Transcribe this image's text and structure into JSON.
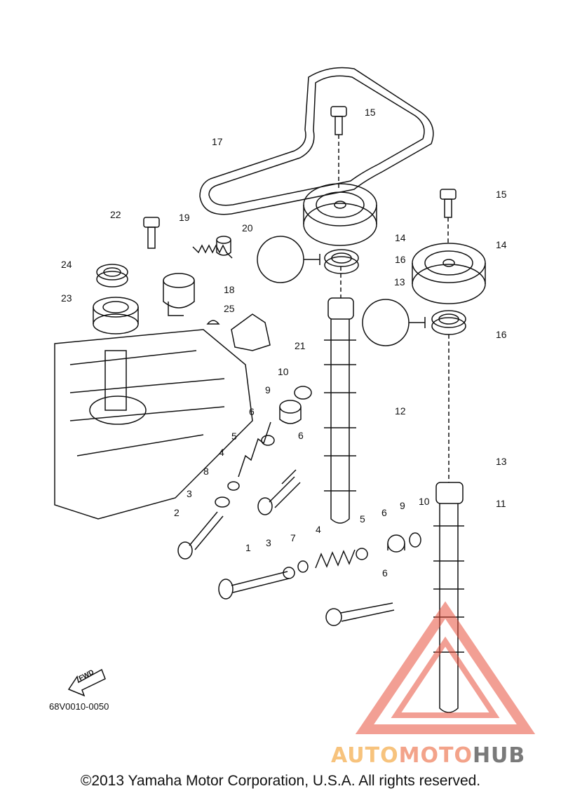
{
  "diagram": {
    "code": "68V0010-0050",
    "fwd_label": "FWD",
    "copyright": "©2013 Yamaha Motor Corporation, U.S.A. All rights reserved.",
    "callouts": [
      "15",
      "17",
      "14",
      "15",
      "16",
      "22",
      "19",
      "20",
      "14",
      "24",
      "18",
      "13",
      "23",
      "25",
      "16",
      "21",
      "10",
      "9",
      "12",
      "6",
      "5",
      "6",
      "4",
      "8",
      "13",
      "3",
      "2",
      "10",
      "9",
      "11",
      "4",
      "5",
      "6",
      "7",
      "3",
      "1",
      "6"
    ]
  },
  "watermark": {
    "part1": "AUTO",
    "part2": "MOTO",
    "part3": "HUB",
    "colors": {
      "triangle": "#e8503c",
      "auto": "#f7c37d",
      "moto": "#f3a38a",
      "hub": "#7a7a7a"
    }
  }
}
